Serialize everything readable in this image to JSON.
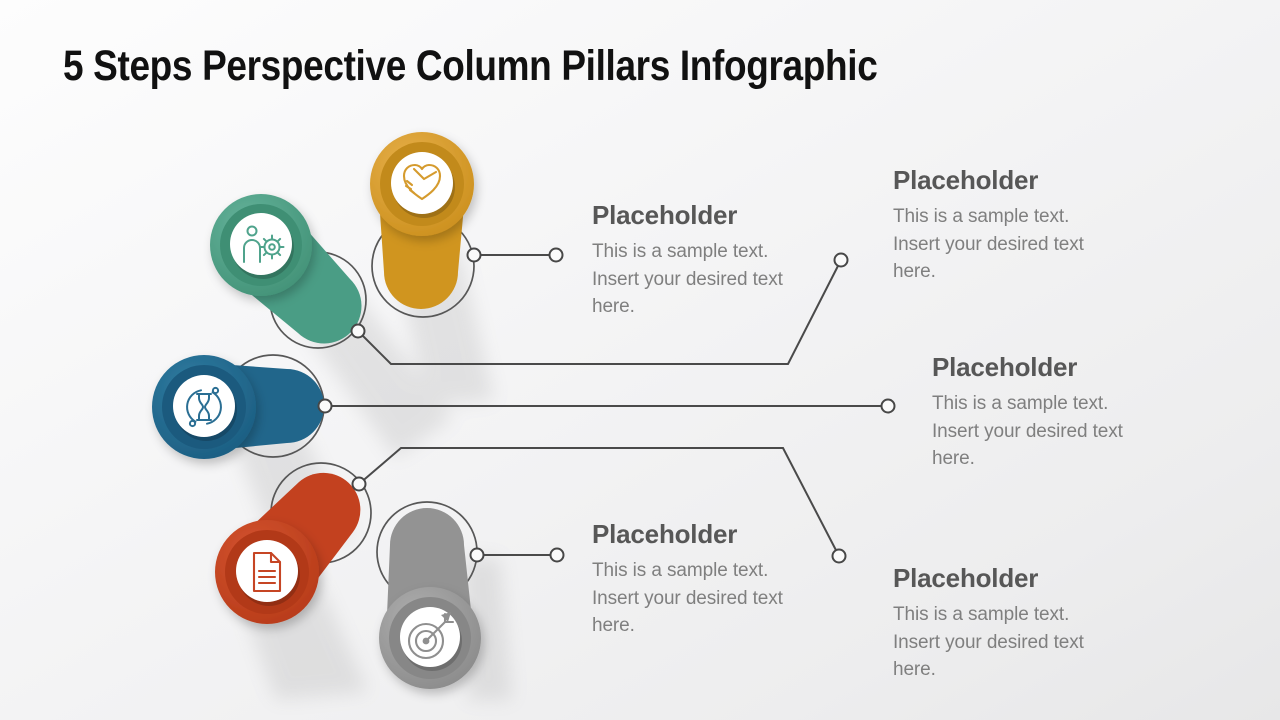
{
  "slide": {
    "title": "5 Steps Perspective Column Pillars Infographic",
    "background_color": "#f2f2f3",
    "connector_color": "#4a4a4a",
    "heading_color": "#575757",
    "body_color": "#7f7f7f"
  },
  "steps": [
    {
      "name": "step-1-yellow",
      "icon": "heart-handshake-icon",
      "color": "#D59B2E",
      "heading": "Placeholder",
      "body": "This is a sample text. Insert your desired text here."
    },
    {
      "name": "step-2-teal",
      "icon": "person-gear-icon",
      "color": "#4FA38C",
      "heading": "Placeholder",
      "body": "This is a sample text. Insert your desired text here."
    },
    {
      "name": "step-3-blue",
      "icon": "hourglass-sync-icon",
      "color": "#21668B",
      "heading": "Placeholder",
      "body": "This is a sample text. Insert your desired text here."
    },
    {
      "name": "step-4-red",
      "icon": "document-icon",
      "color": "#C64524",
      "heading": "Placeholder",
      "body": "This is a sample text. Insert your desired text here."
    },
    {
      "name": "step-5-gray",
      "icon": "target-arrow-icon",
      "color": "#979797",
      "heading": "Placeholder",
      "body": "This is a sample text. Insert your desired text here."
    }
  ]
}
